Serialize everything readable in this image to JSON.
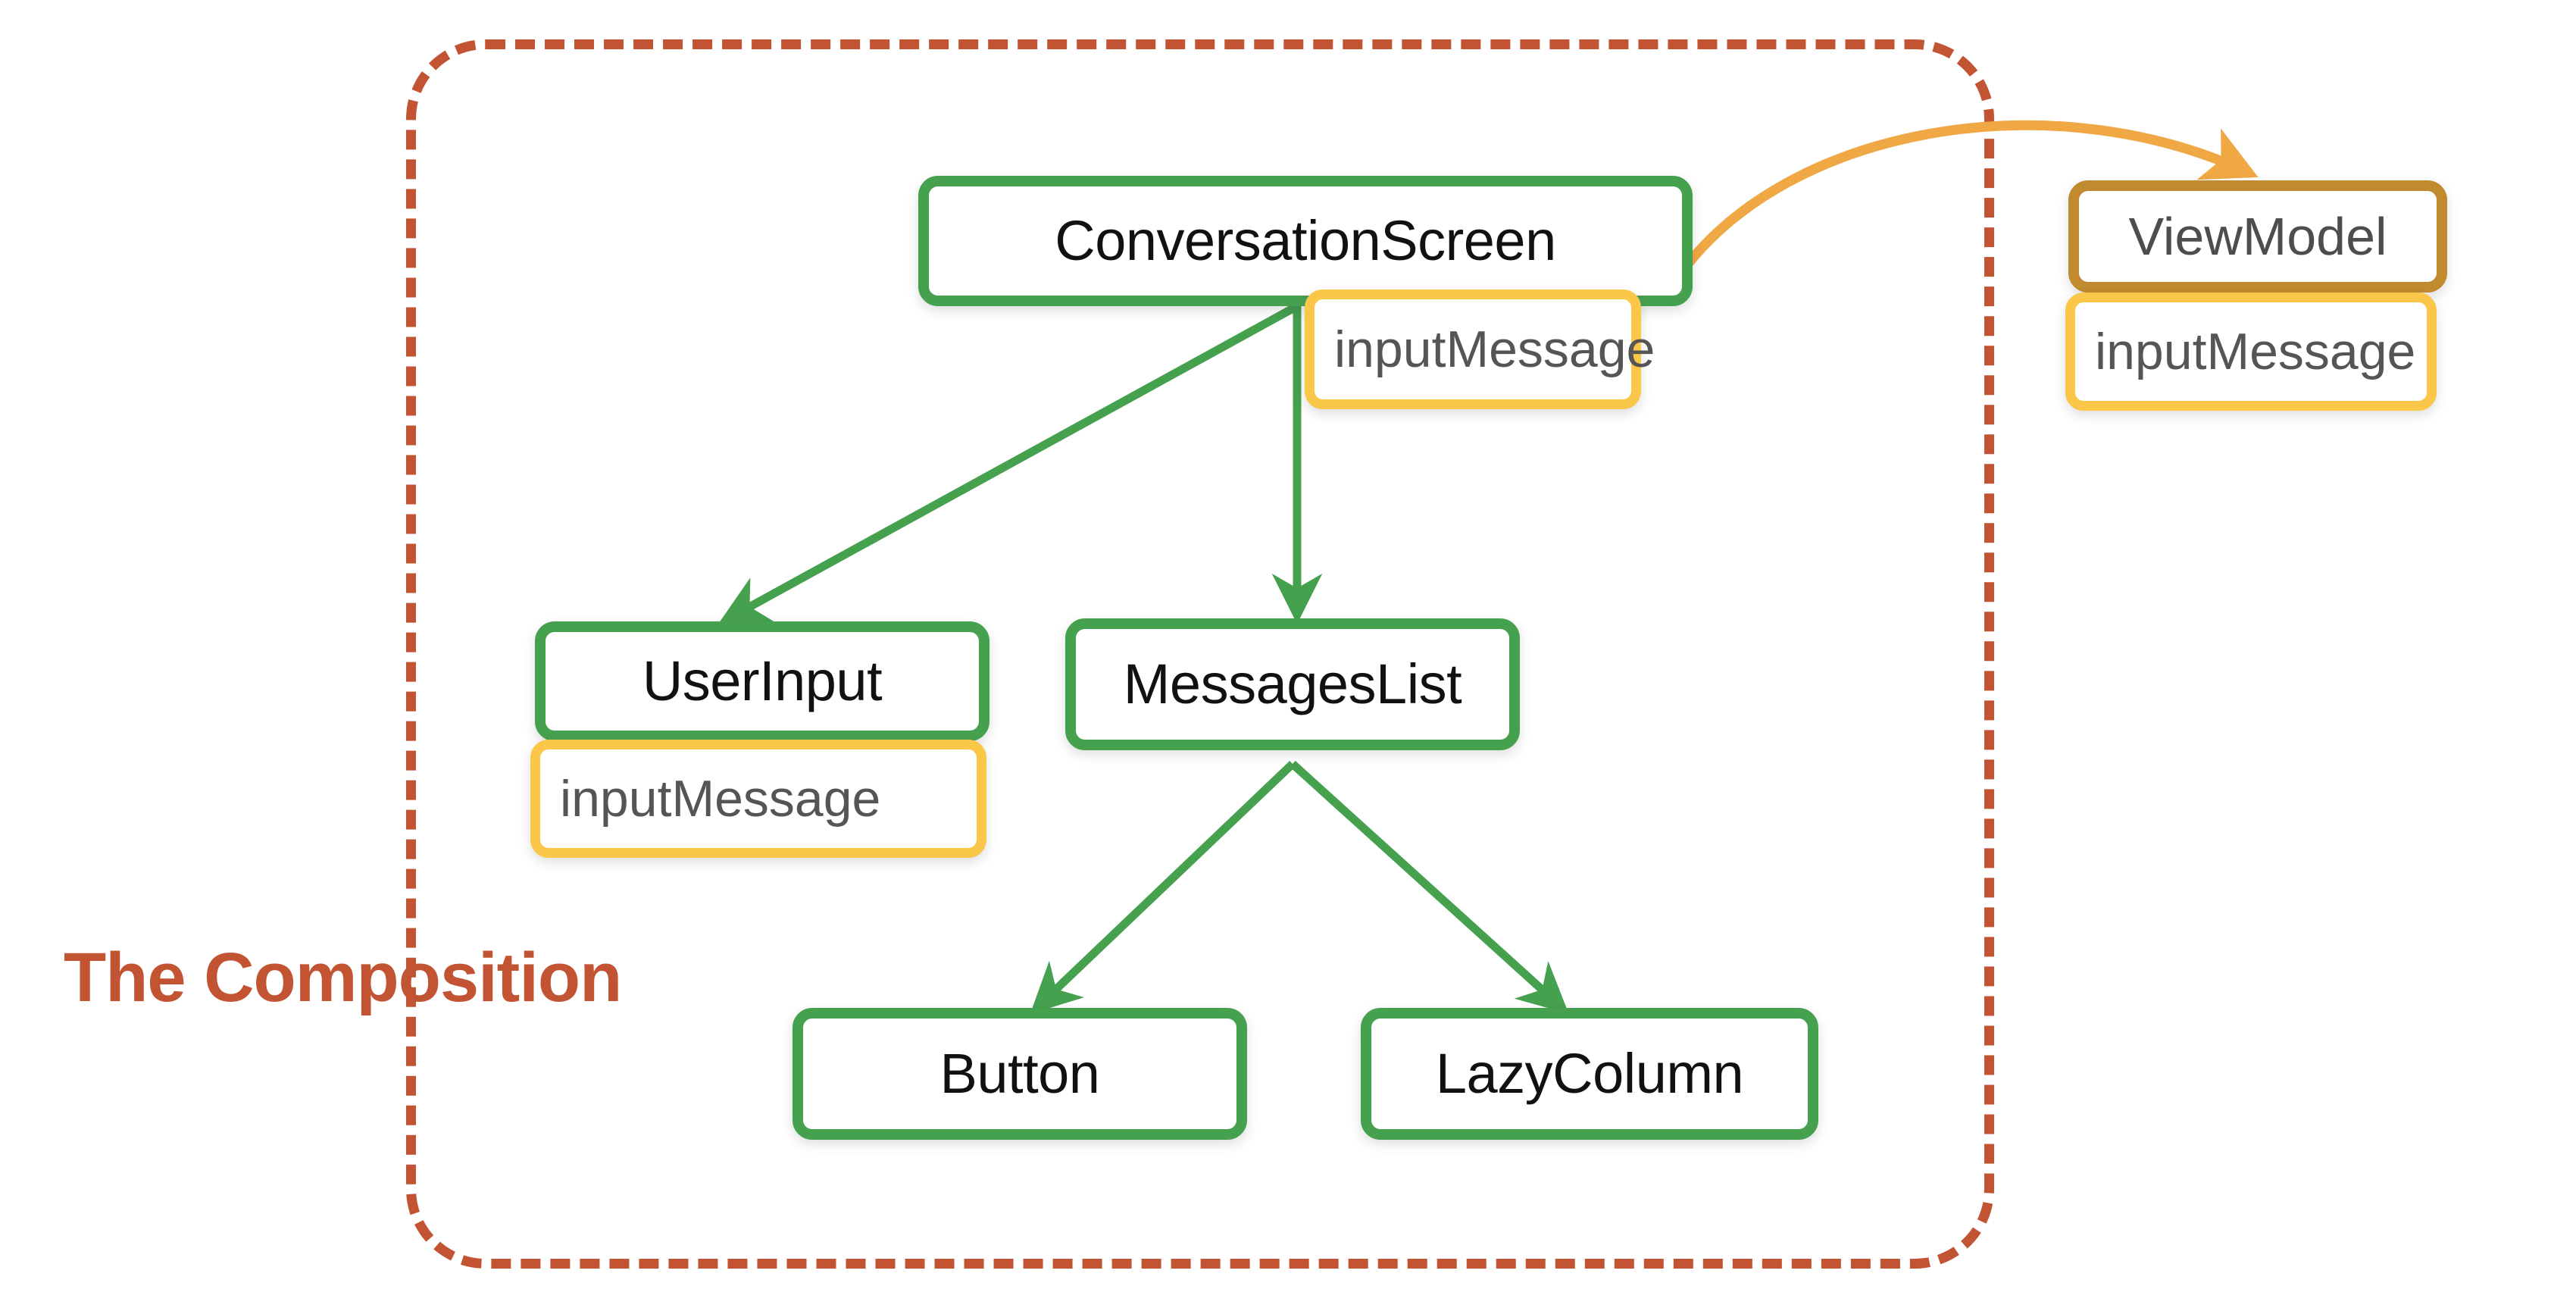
{
  "diagram": {
    "title": "The Composition",
    "boundary_label": "The Composition",
    "colors": {
      "composable_border": "#46a14f",
      "viewmodel_border": "#c08a2e",
      "state_border": "#fbc748",
      "boundary": "#c25433",
      "event_arrow": "#f0a845",
      "tree_arrow": "#46a14f",
      "node_fill": "#ffffff",
      "composable_text": "#111111",
      "state_text": "#555555"
    },
    "nodes": [
      {
        "id": "conversation-screen",
        "label": "ConversationScreen",
        "kind": "composable"
      },
      {
        "id": "conversation-screen-state",
        "label": "inputMessage",
        "kind": "state"
      },
      {
        "id": "view-model",
        "label": "ViewModel",
        "kind": "viewmodel"
      },
      {
        "id": "view-model-state",
        "label": "inputMessage",
        "kind": "state"
      },
      {
        "id": "user-input",
        "label": "UserInput",
        "kind": "composable"
      },
      {
        "id": "user-input-state",
        "label": "inputMessage",
        "kind": "state"
      },
      {
        "id": "messages-list",
        "label": "MessagesList",
        "kind": "composable"
      },
      {
        "id": "button",
        "label": "Button",
        "kind": "composable"
      },
      {
        "id": "lazy-column",
        "label": "LazyColumn",
        "kind": "composable"
      }
    ],
    "edges": [
      {
        "from": "conversation-screen",
        "to": "user-input",
        "kind": "tree"
      },
      {
        "from": "conversation-screen",
        "to": "messages-list",
        "kind": "tree"
      },
      {
        "from": "messages-list",
        "to": "button",
        "kind": "tree"
      },
      {
        "from": "messages-list",
        "to": "lazy-column",
        "kind": "tree"
      },
      {
        "from": "conversation-screen",
        "to": "view-model",
        "kind": "event"
      }
    ]
  }
}
